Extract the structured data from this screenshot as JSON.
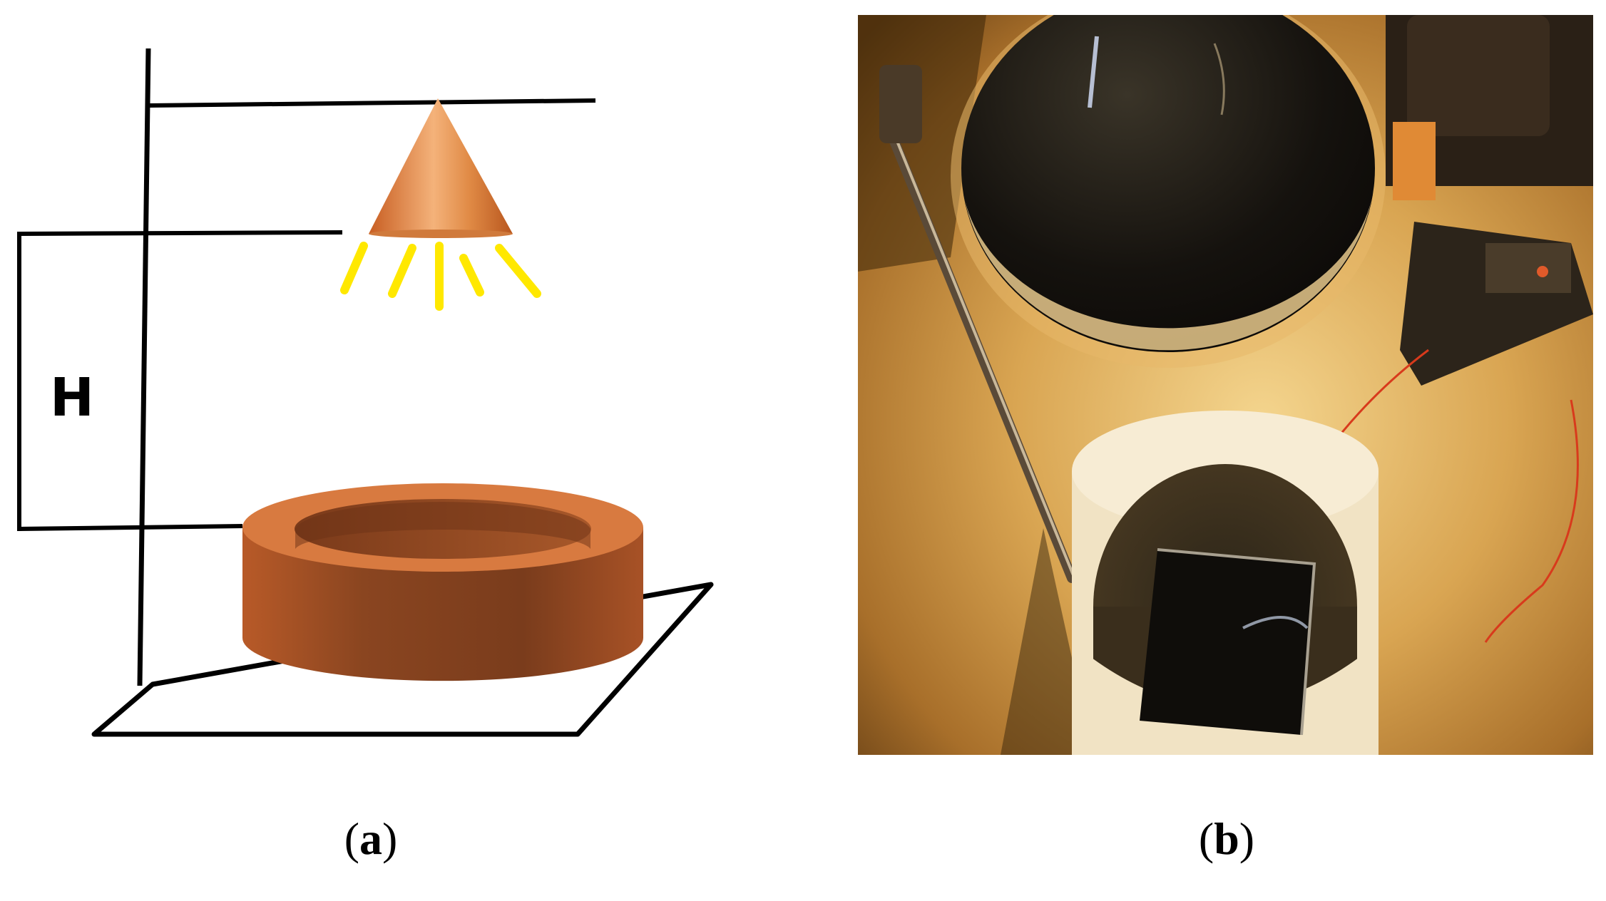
{
  "figure": {
    "panel_a": {
      "height_label": "H",
      "caption": {
        "open": "(",
        "letter": "a",
        "close": ")"
      },
      "colors": {
        "cone": "#e08a45",
        "ring": "#8a4520",
        "ring_top": "#d87a40",
        "light_rays": "#ffe800",
        "lines": "#000000"
      },
      "icons": [
        "lamp-cone-icon",
        "light-rays-icon",
        "ring-container-icon",
        "base-plate-icon",
        "stand-pole-icon"
      ]
    },
    "panel_b": {
      "caption": {
        "open": "(",
        "letter": "b",
        "close": ")"
      },
      "description_icons": [
        "lamp-reflector-icon",
        "cylinder-container-icon",
        "sample-block-icon",
        "thermocouple-wire-icon",
        "meter-device-icon",
        "stand-rod-icon"
      ],
      "colors": {
        "background": "#c9943f",
        "reflector": "#1b1712",
        "container": "#f5ead2",
        "wire": "#d83a1c"
      }
    }
  }
}
